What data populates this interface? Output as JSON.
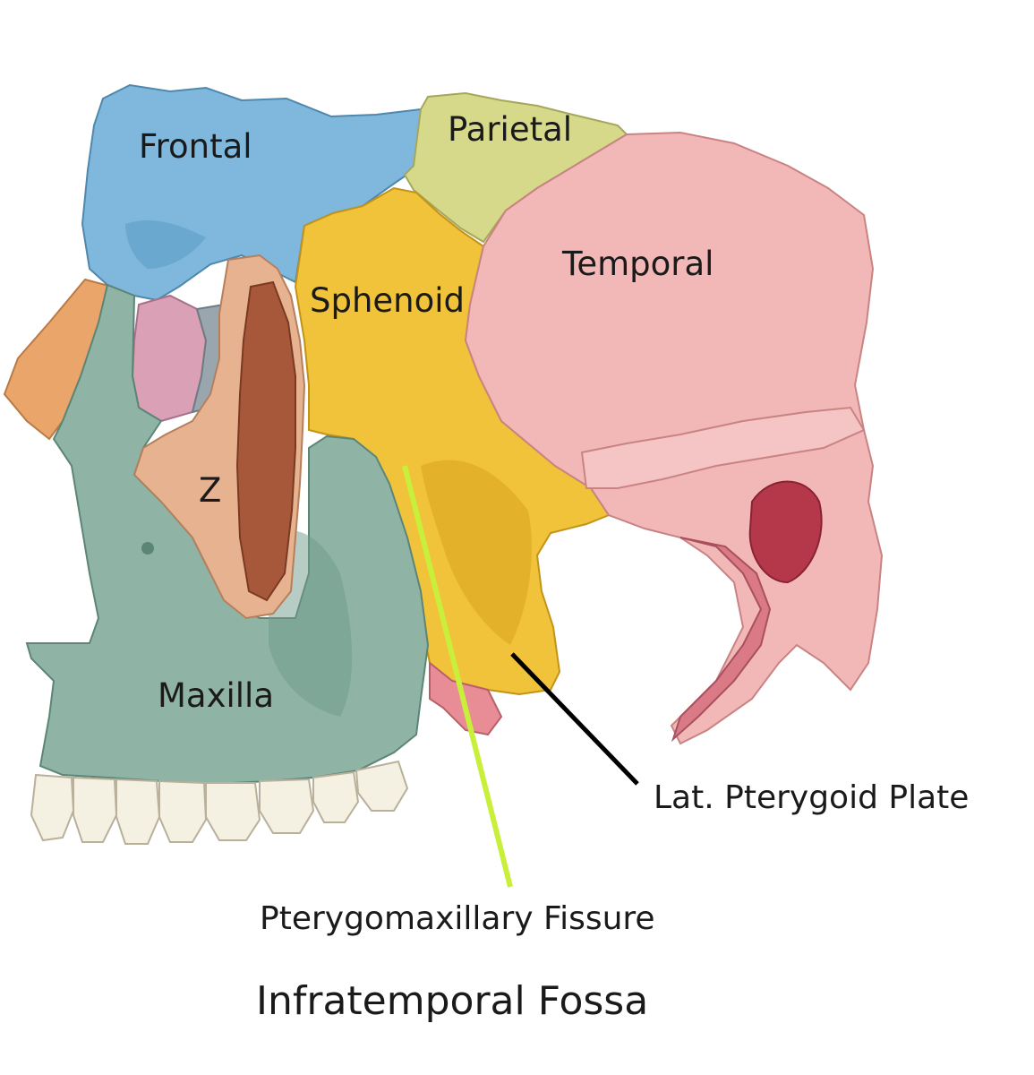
{
  "labels": {
    "frontal": "Frontal",
    "parietal": "Parietal",
    "temporal": "Temporal",
    "sphenoid": "Sphenoid",
    "zygomatic": "Z",
    "maxilla": "Maxilla"
  },
  "callouts": {
    "lat_pterygoid_plate": "Lat. Pterygoid Plate",
    "pterygomaxillary_fissure": "Pterygomaxillary Fissure"
  },
  "caption": "Infratemporal Fossa",
  "colors": {
    "frontal": "#7fb8dc",
    "parietal": "#d6d88a",
    "sphenoid": "#f0c33a",
    "temporal": "#f2b8b8",
    "zygomatic": "#e7b290",
    "maxilla": "#8fb4a6",
    "nasal": "#eaa66a",
    "lacrimal": "#d9a0b6",
    "teeth": "#f4f0e2",
    "fissure_line": "#c8f03a",
    "plate_line": "#000000"
  }
}
